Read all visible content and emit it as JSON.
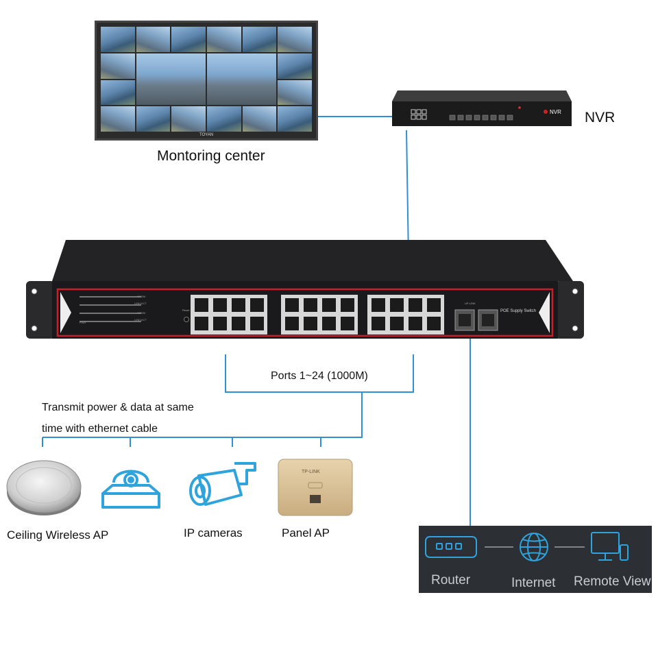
{
  "labels": {
    "monitoring_center": "Montoring center",
    "nvr": "NVR",
    "ports": "Ports 1~24 (1000M)",
    "transmit_line1": "Transmit power & data at same",
    "transmit_line2": "time with ethernet cable",
    "ceiling_ap": "Ceiling Wireless AP",
    "ip_cameras": "IP cameras",
    "panel_ap": "Panel AP"
  },
  "monitor": {
    "brand": "TOYAN"
  },
  "nvr_device": {
    "badge": "NVR"
  },
  "switch_device": {
    "title": "POE Supply Switch",
    "reset_label": "Reset",
    "sfp_label": "UP-LINK",
    "led_labels": [
      "LINK/ACT",
      "LINK/ACT",
      "PWR",
      "1000M",
      "1000M"
    ]
  },
  "panel_ap_device": {
    "brand": "TP-LINK"
  },
  "network": {
    "router": "Router",
    "internet": "Internet",
    "remote_view": "Remote View"
  },
  "colors": {
    "connector_line": "#2e8fd4",
    "panel_bg": "#2c3034",
    "panel_icon": "#2fa3dc",
    "switch_accent": "#c8202a"
  }
}
